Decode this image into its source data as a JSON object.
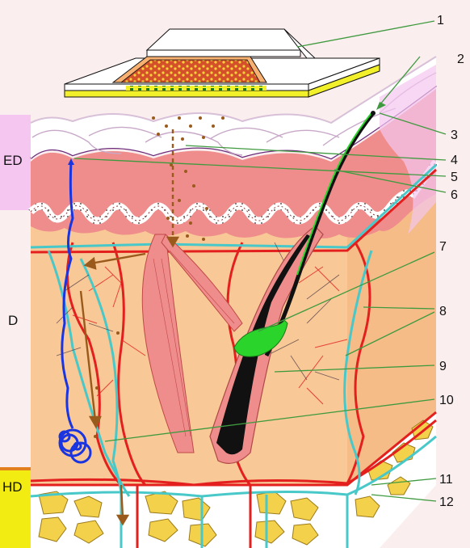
{
  "layers": [
    {
      "key": "ED",
      "label": "ED",
      "color": "#f4c6f0"
    },
    {
      "key": "D",
      "label": "D",
      "color": "#ffffff"
    },
    {
      "key": "HD",
      "label": "HD",
      "color": "#f2ec12"
    }
  ],
  "callouts": [
    "1",
    "2",
    "3",
    "4",
    "5",
    "6",
    "7",
    "8",
    "9",
    "10",
    "11",
    "12"
  ],
  "colors": {
    "dermis": "#f8c896",
    "epidermis_pink": "#ef8d8c",
    "hypodermis_fat": "#f4d14a",
    "vessel_red": "#e3201e",
    "vessel_cyan": "#48c8c8",
    "sweat_gland": "#1a35e0",
    "hair": "#111111",
    "sebaceous": "#2bd42b",
    "drug_particles": "#9a5a1c",
    "leader_line": "#3f9a3f"
  },
  "icons": [
    "transdermal-patch",
    "hair-follicle",
    "sweat-gland",
    "sebaceous-gland",
    "arrector-pili-muscle",
    "blood-vessel-network",
    "fat-lobules"
  ]
}
